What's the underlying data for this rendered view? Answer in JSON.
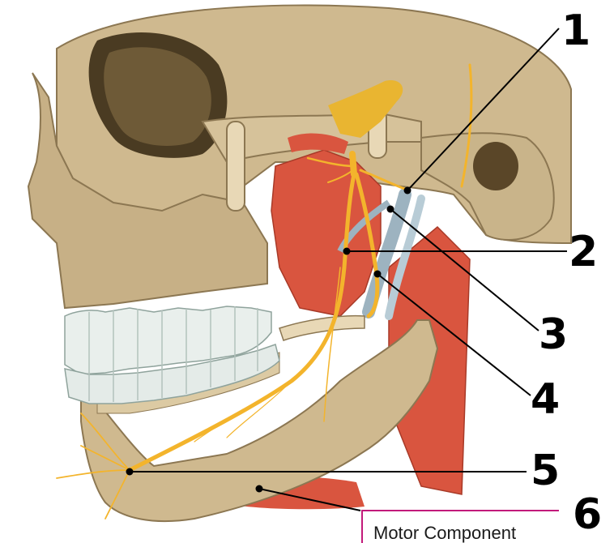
{
  "labels": [
    {
      "number": "1"
    },
    {
      "number": "2"
    },
    {
      "number": "3"
    },
    {
      "number": "4"
    },
    {
      "number": "5"
    },
    {
      "number": "6"
    }
  ],
  "caption": {
    "text": "Motor Component"
  },
  "colors": {
    "bone": "#cfb98f",
    "bone_dark": "#8c7752",
    "teeth": "#e9efec",
    "muscle": "#d9553f",
    "nerve": "#f3b42c",
    "vessel": "#9db3c0",
    "caption_border": "#c21a7a",
    "leader_line": "#000000"
  }
}
